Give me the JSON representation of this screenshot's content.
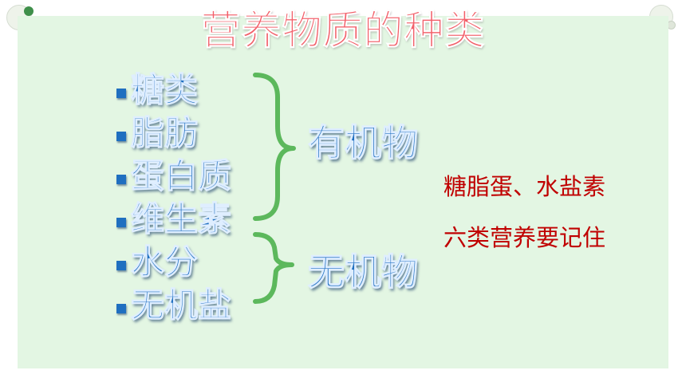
{
  "title": "营养物质的种类",
  "nutrients": {
    "items": [
      {
        "label": "糖类"
      },
      {
        "label": "脂肪"
      },
      {
        "label": "蛋白质"
      },
      {
        "label": "维生素"
      },
      {
        "label": "水分"
      },
      {
        "label": "无机盐"
      }
    ]
  },
  "groups": {
    "organic": "有机物",
    "inorganic": "无机物"
  },
  "mnemonic": {
    "line1": "糖脂蛋、水盐素",
    "line2": "六类营养要记住"
  },
  "colors": {
    "panel_background": "#e3f6e3",
    "title": "#f2606a",
    "nutrient_text": "#1f6fc0",
    "brace": "#5cb85c",
    "mnemonic_text": "#c00000"
  }
}
